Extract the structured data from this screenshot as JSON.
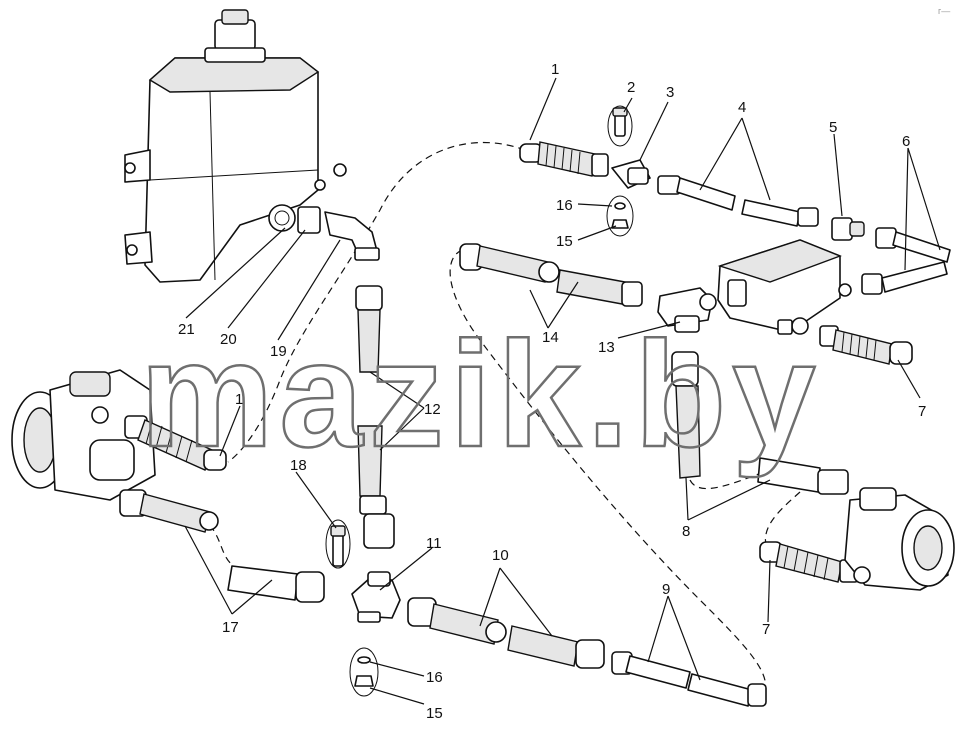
{
  "watermark": "mazik.by",
  "corner_mark": "г—",
  "callouts": [
    {
      "id": "c1a",
      "text": "1"
    },
    {
      "id": "c2",
      "text": "2"
    },
    {
      "id": "c3",
      "text": "3"
    },
    {
      "id": "c4",
      "text": "4"
    },
    {
      "id": "c5",
      "text": "5"
    },
    {
      "id": "c6",
      "text": "6"
    },
    {
      "id": "c16a",
      "text": "16"
    },
    {
      "id": "c15a",
      "text": "15"
    },
    {
      "id": "c14",
      "text": "14"
    },
    {
      "id": "c13",
      "text": "13"
    },
    {
      "id": "c7a",
      "text": "7"
    },
    {
      "id": "c21",
      "text": "21"
    },
    {
      "id": "c20",
      "text": "20"
    },
    {
      "id": "c19",
      "text": "19"
    },
    {
      "id": "c1b",
      "text": "1"
    },
    {
      "id": "c12",
      "text": "12"
    },
    {
      "id": "c18",
      "text": "18"
    },
    {
      "id": "c11",
      "text": "11"
    },
    {
      "id": "c10",
      "text": "10"
    },
    {
      "id": "c9",
      "text": "9"
    },
    {
      "id": "c8",
      "text": "8"
    },
    {
      "id": "c7b",
      "text": "7"
    },
    {
      "id": "c17",
      "text": "17"
    },
    {
      "id": "c16b",
      "text": "16"
    },
    {
      "id": "c15b",
      "text": "15"
    }
  ]
}
